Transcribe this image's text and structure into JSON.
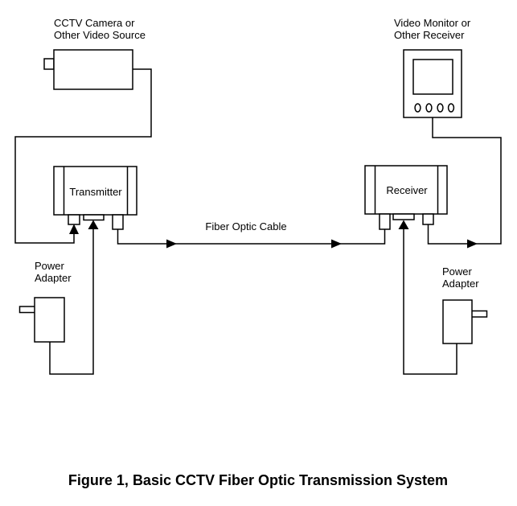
{
  "title": "Figure 1, Basic CCTV Fiber Optic Transmission System",
  "labels": {
    "camera": {
      "line1": "CCTV Camera or",
      "line2": "Other Video Source"
    },
    "monitor": {
      "line1": "Video Monitor or",
      "line2": "Other Receiver"
    },
    "transmitter": "Transmitter",
    "receiver": "Receiver",
    "fiber_cable": "Fiber Optic Cable",
    "power_adapter_left": {
      "line1": "Power",
      "line2": "Adapter"
    },
    "power_adapter_right": {
      "line1": "Power",
      "line2": "Adapter"
    }
  },
  "colors": {
    "line": "#000000",
    "text": "#000000",
    "background": "#ffffff"
  }
}
